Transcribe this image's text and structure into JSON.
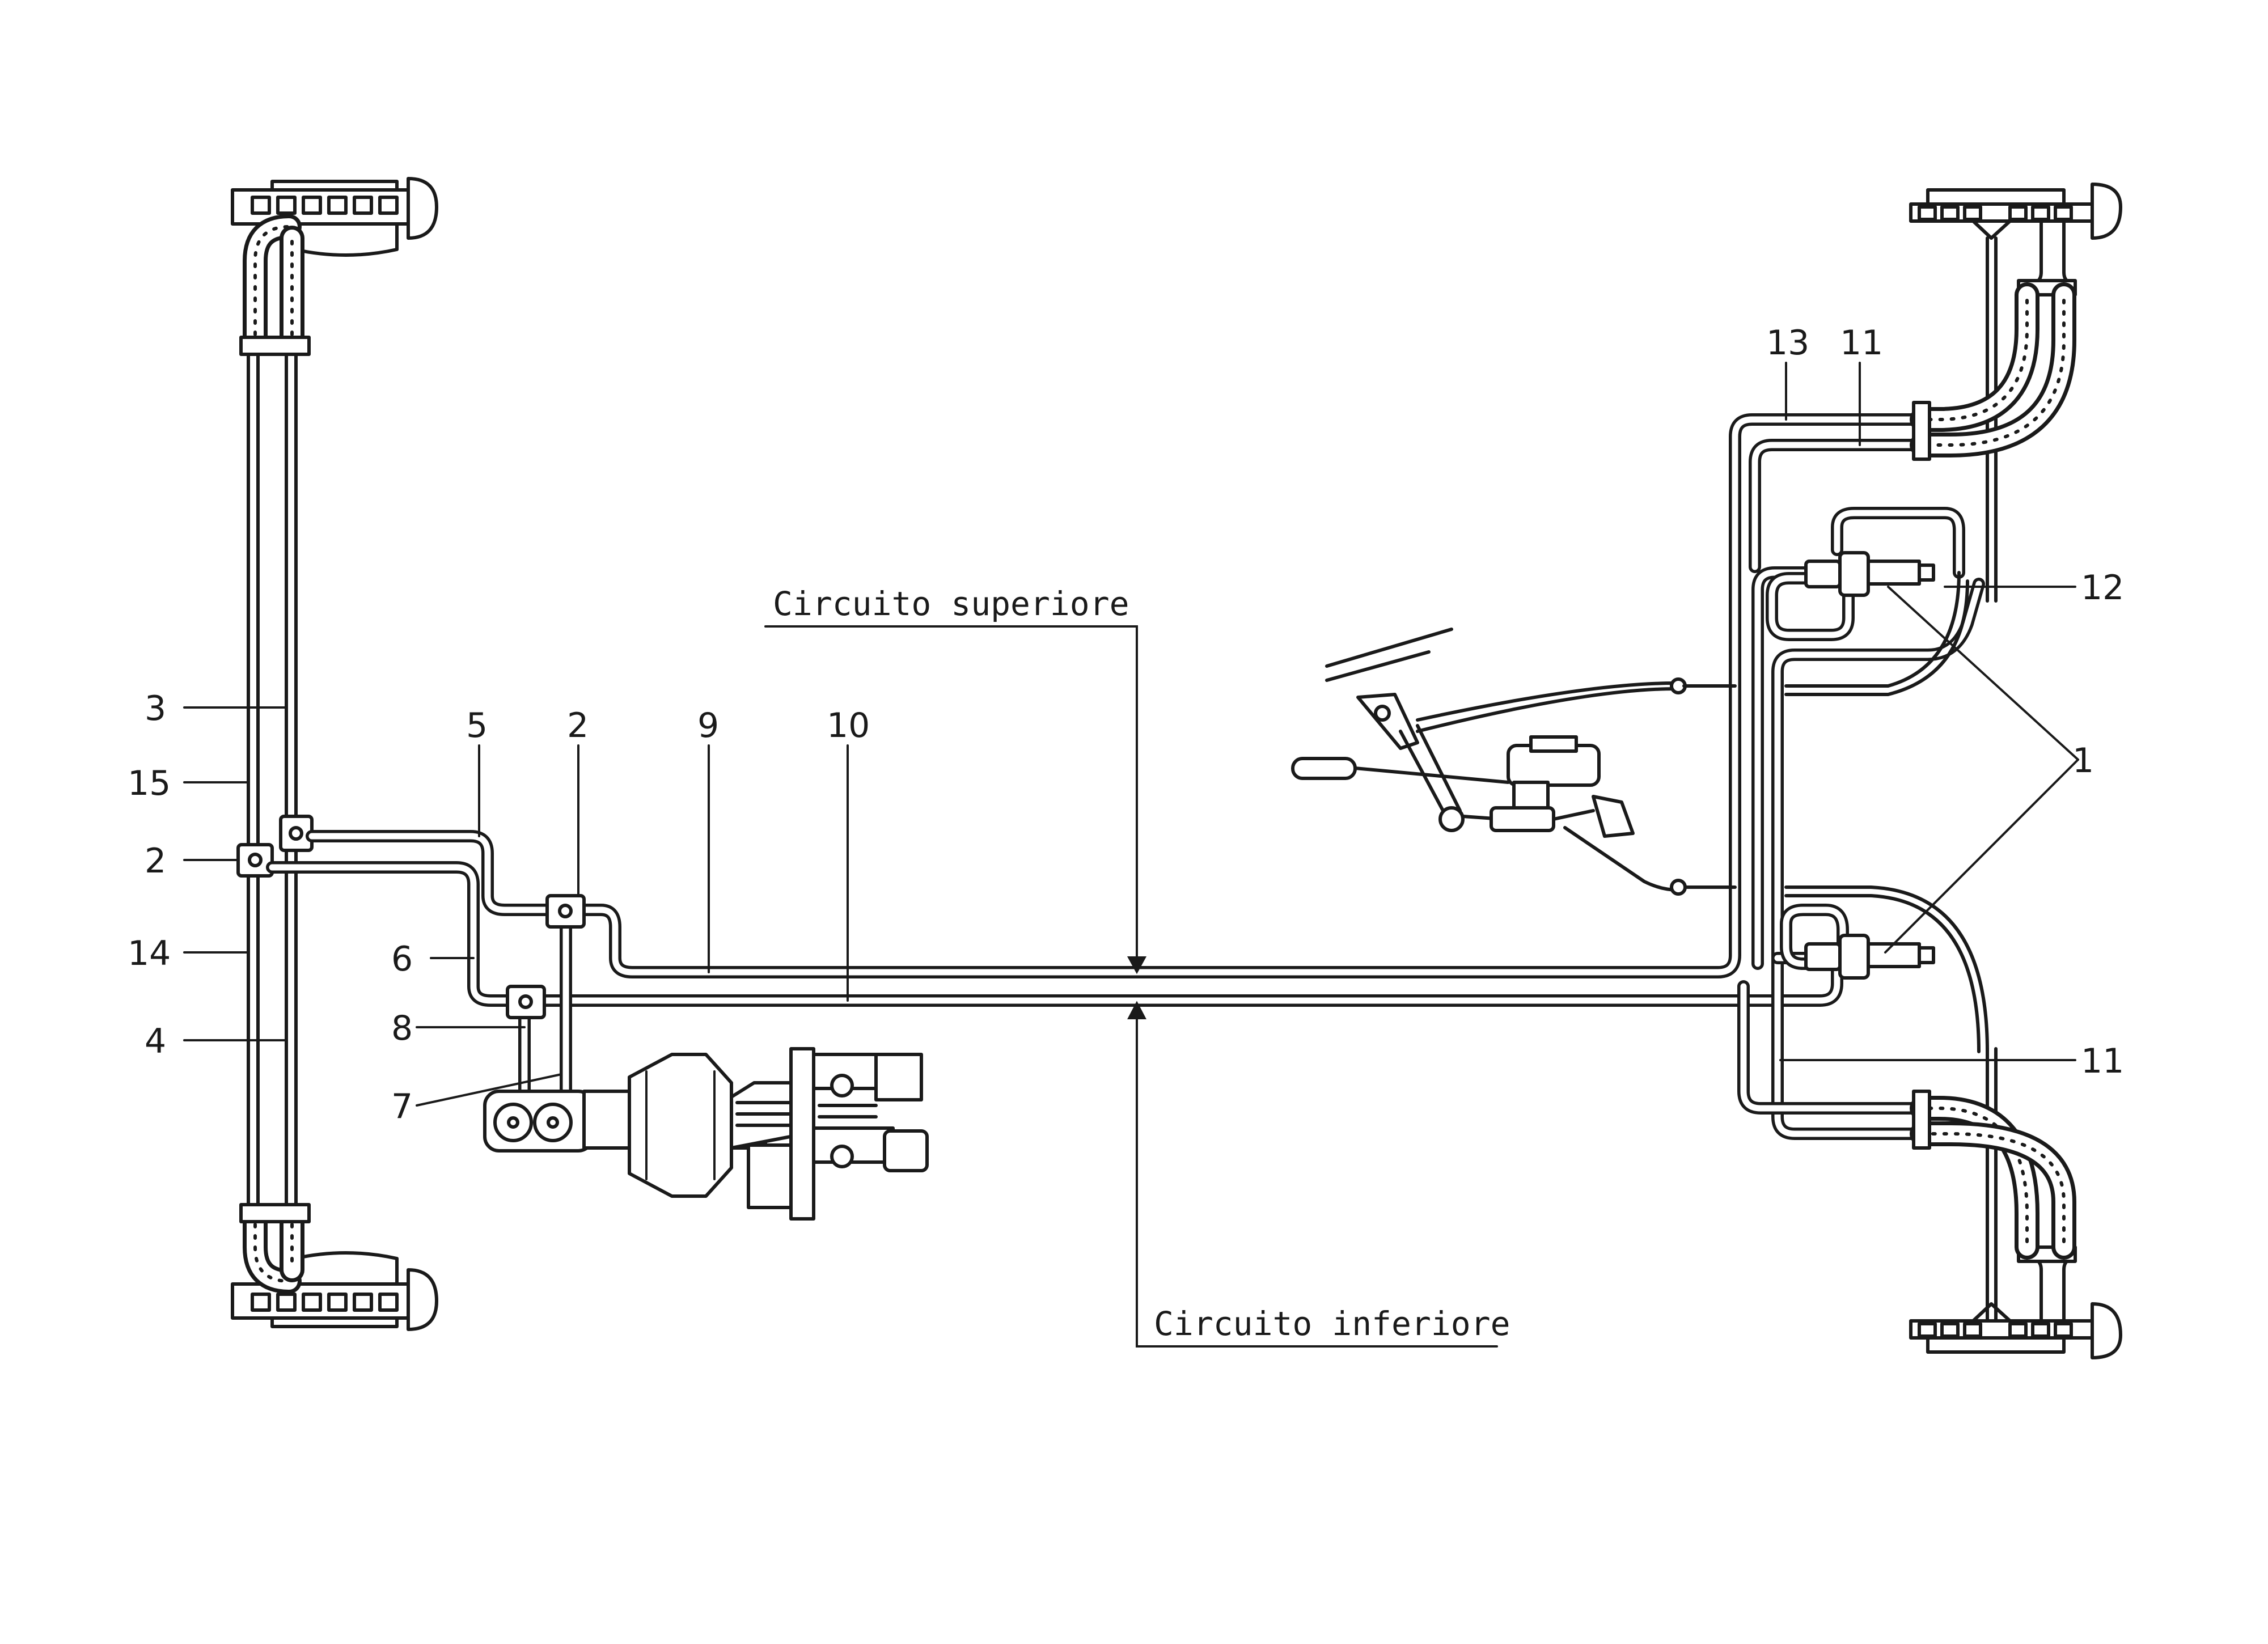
{
  "labels": {
    "n1": "1",
    "n2_left": "2",
    "n2_mid": "2",
    "n3": "3",
    "n4": "4",
    "n5": "5",
    "n6": "6",
    "n7": "7",
    "n8": "8",
    "n9": "9",
    "n10": "10",
    "n11_top": "11",
    "n11_bottom": "11",
    "n12": "12",
    "n13": "13",
    "n14": "14",
    "n15": "15"
  },
  "captions": {
    "upper_circuit": "Circuito superiore",
    "lower_circuit": "Circuito inferiore"
  }
}
